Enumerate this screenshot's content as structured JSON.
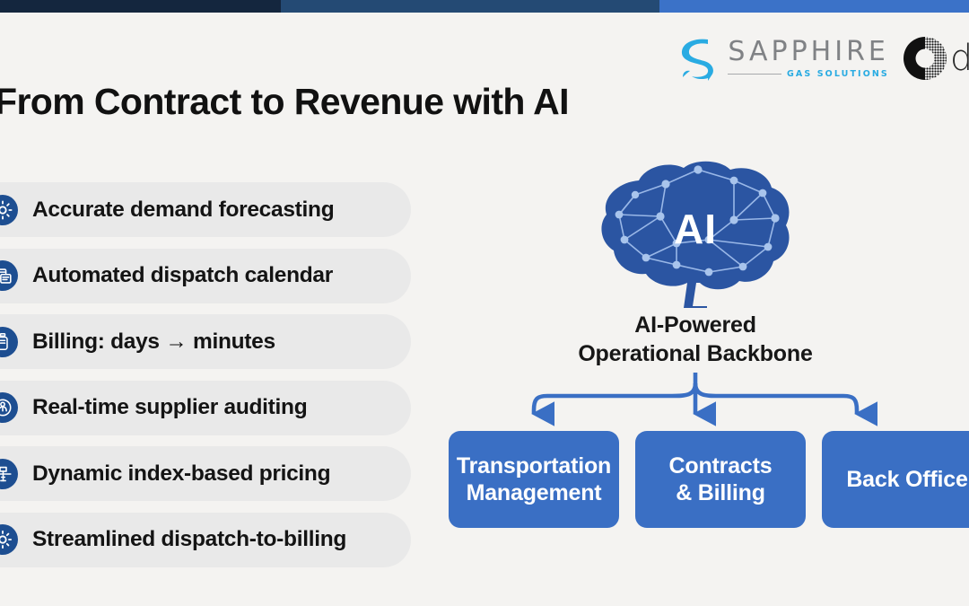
{
  "topbar": {
    "segments": [
      {
        "name": "dark-navy",
        "color": "#14263e"
      },
      {
        "name": "mid-navy",
        "color": "#244a74"
      },
      {
        "name": "bright-blue",
        "color": "#3b72c8"
      }
    ]
  },
  "logos": {
    "sapphire": {
      "wordmark": "SAPPHIRE",
      "tagline": "GAS SOLUTIONS",
      "mark_color": "#29abe2",
      "wordmark_color": "#808285",
      "tagline_color": "#29abe2"
    },
    "deloitte": {
      "wordmark": "del",
      "mark_color": "#111111"
    }
  },
  "title": "From Contract to Revenue with AI",
  "bullets": [
    {
      "icon": "sun-forecast-icon",
      "label": "Accurate demand forecasting"
    },
    {
      "icon": "calendar-dispatch-icon",
      "label": "Automated dispatch calendar"
    },
    {
      "icon": "gas-cylinder-icon",
      "label": "Billing: days → minutes"
    },
    {
      "icon": "audit-gauge-icon",
      "label": "Real-time supplier auditing"
    },
    {
      "icon": "pricing-scale-icon",
      "label": "Dynamic index-based pricing"
    },
    {
      "icon": "sun-streamline-icon",
      "label": "Streamlined dispatch-to-billing"
    }
  ],
  "diagram": {
    "brain_label": "AI",
    "brain_color": "#2b55a2",
    "node_color": "#a8c4ec",
    "caption_line1": "AI-Powered",
    "caption_line2": "Operational Backbone",
    "connector_color": "#3a6fc4",
    "boxes": [
      {
        "line1": "Transportation",
        "line2": "Management"
      },
      {
        "line1": "Contracts",
        "line2": "& Billing"
      },
      {
        "line1": "Back Office",
        "line2": ""
      }
    ],
    "box_color": "#3a6fc4"
  },
  "colors": {
    "page_background": "#f4f3f1",
    "pill_background": "#e9e9e9",
    "icon_circle": "#1d4e91",
    "title_text": "#111111"
  }
}
